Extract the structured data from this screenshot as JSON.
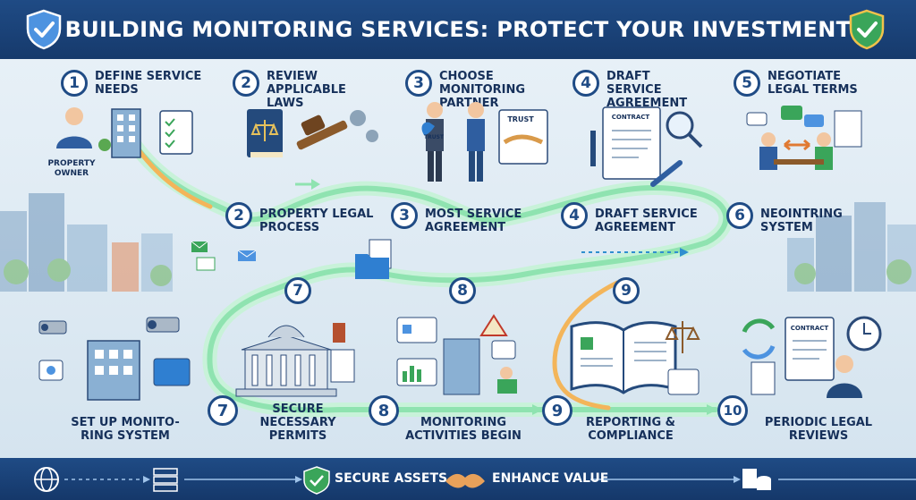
{
  "header": {
    "title": "BUILDING MONITORING SERVICES: PROTECT YOUR INVESTMENT"
  },
  "top_steps": [
    {
      "number": "1",
      "label": "DEFINE SERVICE NEEDS"
    },
    {
      "number": "2",
      "label": "REVIEW APPLICABLE LAWS"
    },
    {
      "number": "3",
      "label": "CHOOSE MONITORING PARTNER"
    },
    {
      "number": "4",
      "label": "DRAFT SERVICE AGREEMENT"
    },
    {
      "number": "5",
      "label": "NEGOTIATE LEGAL TERMS"
    }
  ],
  "property_owner_caption": "PROPERTY OWNER",
  "trust_doc": "TRUST",
  "trust_badge": "TRUST",
  "contract_doc": "CONTRACT",
  "contract_doc_2": "CONTRACT",
  "middle_steps": [
    {
      "number": "2",
      "label": "PROPERTY LEGAL PROCESS"
    },
    {
      "number": "3",
      "label": "MOST SERVICE AGREEMENT"
    },
    {
      "number": "4",
      "label": "DRAFT SERVICE AGREEMENT"
    },
    {
      "number": "6",
      "label": "NEOINTRING SYSTEM"
    }
  ],
  "path_badges": [
    "7",
    "8",
    "9"
  ],
  "bottom_steps": [
    {
      "number": "",
      "label": "SET UP MONITO-RING SYSTEM"
    },
    {
      "number": "7",
      "label": "SECURE NECESSARY PERMITS"
    },
    {
      "number": "8",
      "label": "MONITORING ACTIVITIES BEGIN"
    },
    {
      "number": "9",
      "label": "REPORTING & COMPLIANCE"
    },
    {
      "number": "10",
      "label": "PERIODIC LEGAL REVIEWS"
    }
  ],
  "footer": {
    "secure_assets": "SECURE ASSETS",
    "enhance_value": "ENHANCE VALUE"
  },
  "colors": {
    "navy": "#1f4b85",
    "path_green": "#8fe3b0",
    "path_orange": "#f3b55a",
    "shield_blue": "#2f7fd1",
    "shield_green": "#3aa55a"
  }
}
